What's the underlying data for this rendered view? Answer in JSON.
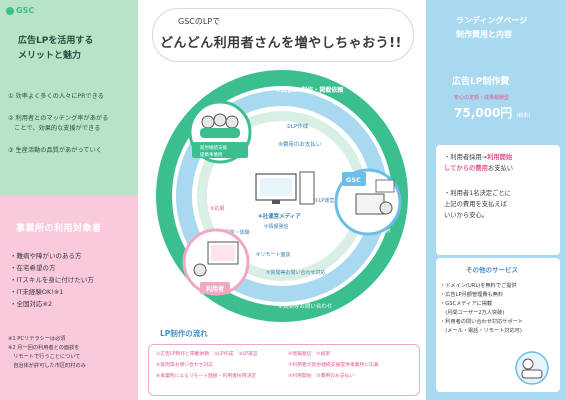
{
  "logo": {
    "text": "GSC"
  },
  "left_top": {
    "title_line1": "広告LPを活用する",
    "title_line2": "メリットと魅力",
    "items": [
      "① 効率よく多くの人々にPRできる",
      "② 利用者とのマッチング率があがる",
      "　ことで、効果的な支援ができる",
      "③ 生産活動の品質があがっていく"
    ]
  },
  "left_bottom": {
    "title": "事業所の利用対象者",
    "items": [
      "・難病や障がいのある方",
      "・在宅希望の方",
      "・ITスキルを身に付けたい方",
      "・IT未経験OK!※1",
      "・全国対応※2"
    ],
    "notes": [
      "※1 PCリテラシーは必須",
      "※2 月一回の利用者との面談を",
      "　リモートで行うことについて",
      "　自治体が許可した市区町村のみ"
    ]
  },
  "headline": {
    "line1": "GSCのLPで",
    "line2": "どんどん利用者さんを増やしちゃおう!!"
  },
  "diagram": {
    "office_label_1": "就労継続支援",
    "office_label_2": "提携事業所",
    "gsc_label": "GSC",
    "user_label": "利用者",
    "media_label": "④社運営メディア",
    "info_label": "⑤情報発信",
    "arrow_1": "①広告LP制作・掲載依頼",
    "arrow_2": "②LP作成",
    "arrow_3": "⑧費用のお支払い",
    "arrow_4": "③LP運営",
    "arrow_5": "⑥検索",
    "arrow_6": "⑦見学・体験",
    "arrow_7": "⑨応募",
    "arrow_8": "⑤質問等お問い合わせ対応",
    "arrow_9": "⑧リモート面談",
    "arrow_10": "⑥質問等お問い合わせ"
  },
  "flow": {
    "title": "LP制作の流れ",
    "steps": [
      "①広告LP制作と掲載依頼　②LP作成　③LP運営",
      "④情報発信　⑤検索",
      "⑥質問等お問い合わせ対応",
      "⑦利用者が就労継続支援提供事業所に応募",
      "⑧事業所によるリモート面接・利用者採用決定",
      "⑨利用開始　⑩費用のお支払い"
    ]
  },
  "right": {
    "title_line1": "ランディングページ",
    "title_line2": "制作費用と内容",
    "price_title": "広告LP制作費",
    "price_sub": "安心の定額・成果報酬型",
    "price": "75,000円",
    "price_tax": "(税別)",
    "benefit_1a": "・利用者採用→",
    "benefit_1b": "利用開始",
    "benefit_1c": "してからの費用",
    "benefit_1d": "お支払い",
    "benefit_2a": "・利用者1名決定ごとに",
    "benefit_2b": "上記の費用を支払えば",
    "benefit_2c": "いいから安心。",
    "services_title": "その他のサービス",
    "services": [
      "・ドメイン(URL)を無料でご提供",
      "・広告LP月額管理費も無料",
      "・GSCメディアに掲載",
      "　(月間ユーザー2万人突破)",
      "・利用者の問い合わせ対応サポート",
      "　(メール・電話・リモート対応可)"
    ]
  },
  "colors": {
    "green_panel": "#b7e4c7",
    "pink_panel": "#f9c9dc",
    "blue_panel": "#a9d9f1",
    "green_ring": "#3bbf8f",
    "blue_ring": "#6cbde8",
    "pink_accent": "#e05a92"
  }
}
